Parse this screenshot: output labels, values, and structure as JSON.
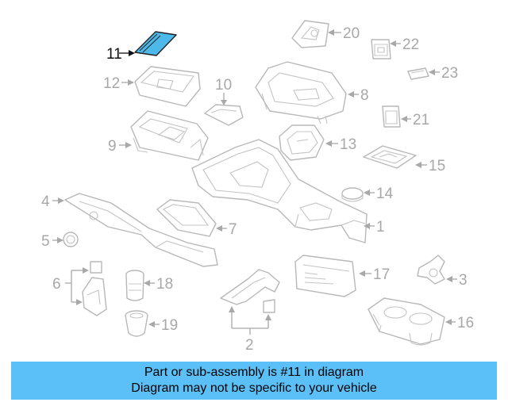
{
  "banner": {
    "line1": "Part or sub-assembly is #11 in diagram",
    "line2": "Diagram may not be specific to your vehicle",
    "color": "#5bc0f8"
  },
  "highlight_color": "#4db8ea",
  "callouts": {
    "c1": "1",
    "c2": "2",
    "c3": "3",
    "c4": "4",
    "c5": "5",
    "c6": "6",
    "c7": "7",
    "c8": "8",
    "c9": "9",
    "c10": "10",
    "c11": "11",
    "c12": "12",
    "c13": "13",
    "c14": "14",
    "c15": "15",
    "c16": "16",
    "c17": "17",
    "c18": "18",
    "c19": "19",
    "c20": "20",
    "c21": "21",
    "c22": "22",
    "c23": "23"
  },
  "highlighted_part": "11"
}
